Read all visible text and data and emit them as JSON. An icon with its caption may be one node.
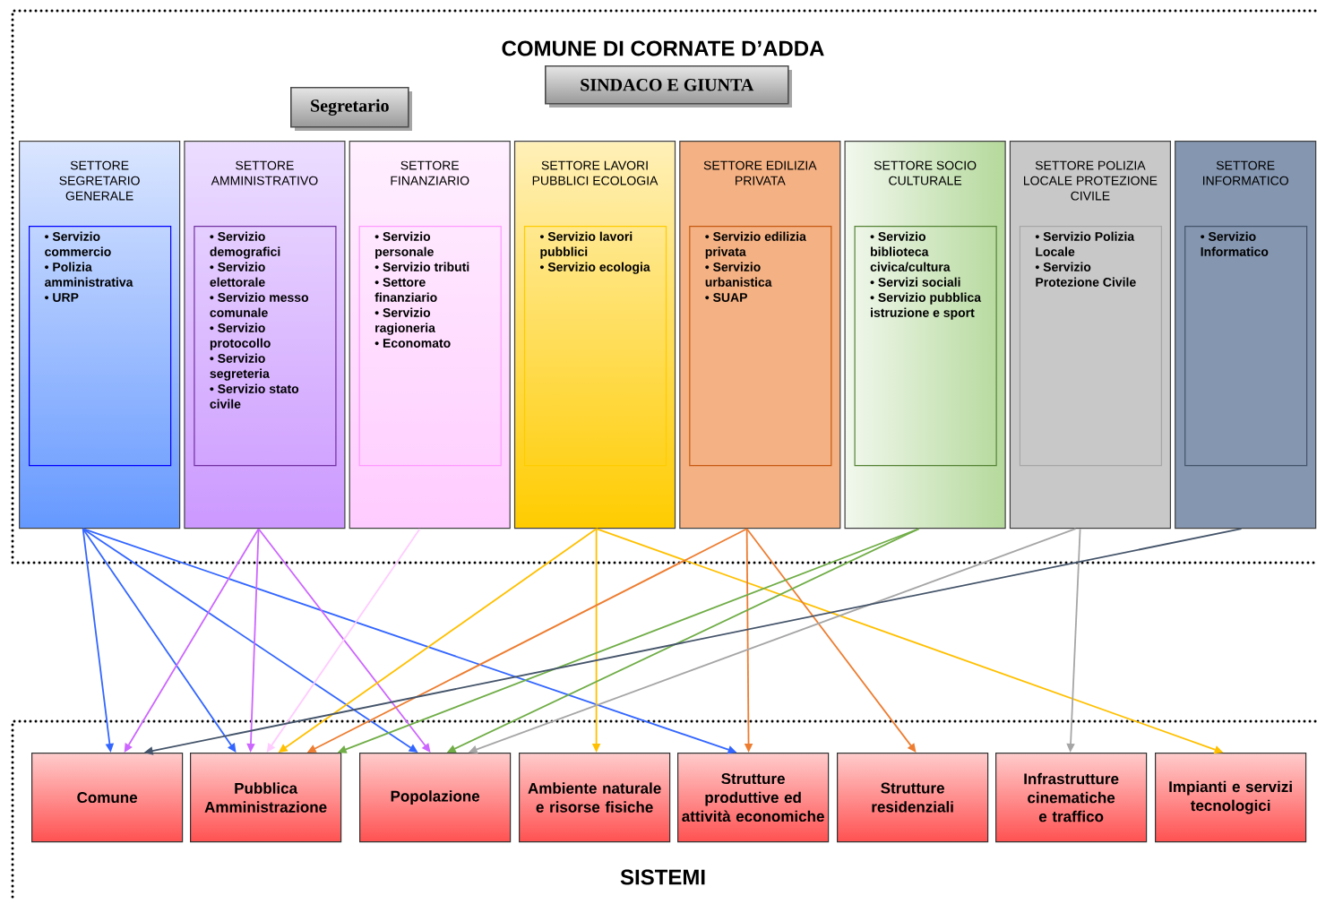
{
  "diagram": {
    "title": "COMUNE DI CORNATE D’ADDA",
    "nodes": [
      {
        "text": [
          "Segretario"
        ]
      },
      {
        "text": [
          "SINDACO E GIUNTA"
        ]
      },
      {
        "text": [
          "SETTORE SEGRETARIO GENERALE"
        ]
      },
      {
        "text": [
          "• Servizio commercio",
          "• Polizia amministrativa",
          "• URP"
        ],
        "in": 2
      },
      {
        "text": [
          "SETTORE AMMINISTRATIVO"
        ]
      },
      {
        "text": [
          "• Servizio demografici",
          "• Servizio elettorale",
          "• Servizio messo comunale",
          "• Servizio protocollo",
          "• Servizio segreteria",
          "• Servizio stato civile"
        ],
        "in": 4
      },
      {
        "text": [
          "SETTORE FINANZIARIO"
        ]
      },
      {
        "text": [
          "• Servizio personale",
          "• Servizio tributi",
          "• Settore finanziario",
          "• Servizio ragioneria",
          "• Economato"
        ],
        "in": 6
      },
      {
        "text": [
          "SETTORE LAVORI PUBBLICI ECOLOGIA"
        ]
      },
      {
        "text": [
          "• Servizio lavori pubblici",
          "• Servizio ecologia"
        ],
        "in": 8
      },
      {
        "text": [
          "SETTORE EDILIZIA PRIVATA"
        ]
      },
      {
        "text": [
          "• Servizio edilizia privata",
          "• Servizio urbanistica",
          "• SUAP"
        ],
        "in": 10
      },
      {
        "text": [
          "SETTORE SOCIO CULTURALE"
        ]
      },
      {
        "text": [
          "• Servizio biblioteca civica/cultura",
          "• Servizi sociali",
          "• Servizio pubblica istruzione e sport"
        ],
        "in": 12
      },
      {
        "text": [
          "SETTORE POLIZIA LOCALE PROTEZIONE CIVILE"
        ]
      },
      {
        "text": [
          "• Servizio Polizia Locale",
          "• Servizio Protezione Civile"
        ],
        "in": 14
      },
      {
        "text": [
          "SETTORE INFORMATICO"
        ]
      },
      {
        "text": [
          "• Servizio Informatico"
        ],
        "in": 16
      },
      {
        "text": [
          "Comune"
        ]
      },
      {
        "text": [
          "Pubblica Amministrazione"
        ]
      },
      {
        "text": [
          "Popolazione"
        ]
      },
      {
        "text": [
          "Ambiente naturale e risorse fisiche"
        ]
      },
      {
        "text": [
          "Strutture produttive ed attività economiche"
        ]
      },
      {
        "text": [
          "Strutture residenziali"
        ]
      },
      {
        "text": [
          "Infrastrutture cinematiche e traffico"
        ]
      },
      {
        "text": [
          "Impianti e servizi tecnologici"
        ]
      }
    ],
    "edges": [
      {
        "from": 2,
        "to": 18,
        "arrow": "to",
        "color": "#3366ff"
      },
      {
        "from": 2,
        "to": 19,
        "arrow": "to",
        "color": "#3366ff"
      },
      {
        "from": 2,
        "to": 20,
        "arrow": "to",
        "color": "#3366ff"
      },
      {
        "from": 2,
        "to": 22,
        "arrow": "to",
        "color": "#3366ff"
      },
      {
        "from": 4,
        "to": 18,
        "arrow": "to",
        "color": "#cc66ff"
      },
      {
        "from": 4,
        "to": 19,
        "arrow": "to",
        "color": "#cc66ff"
      },
      {
        "from": 4,
        "to": 20,
        "arrow": "to",
        "color": "#cc66ff"
      },
      {
        "from": 6,
        "to": 19,
        "arrow": "to",
        "color": "#ffccff"
      },
      {
        "from": 8,
        "to": 19,
        "arrow": "to",
        "color": "#ffc000"
      },
      {
        "from": 8,
        "to": 21,
        "arrow": "to",
        "color": "#ffc000"
      },
      {
        "from": 8,
        "to": 25,
        "arrow": "to",
        "color": "#ffc000"
      },
      {
        "from": 10,
        "to": 19,
        "arrow": "to",
        "color": "#ed7d31"
      },
      {
        "from": 10,
        "to": 22,
        "arrow": "to",
        "color": "#ed7d31"
      },
      {
        "from": 10,
        "to": 23,
        "arrow": "to",
        "color": "#ed7d31"
      },
      {
        "from": 12,
        "to": 19,
        "arrow": "to",
        "color": "#70ad47"
      },
      {
        "from": 12,
        "to": 20,
        "arrow": "to",
        "color": "#70ad47"
      },
      {
        "from": 14,
        "to": 20,
        "arrow": "to",
        "color": "#a6a6a6"
      },
      {
        "from": 14,
        "to": 24,
        "arrow": "to",
        "color": "#a6a6a6"
      },
      {
        "from": 16,
        "to": 18,
        "arrow": "to",
        "color": "#44546a"
      }
    ],
    "labels": [
      "SISTEMI"
    ]
  }
}
